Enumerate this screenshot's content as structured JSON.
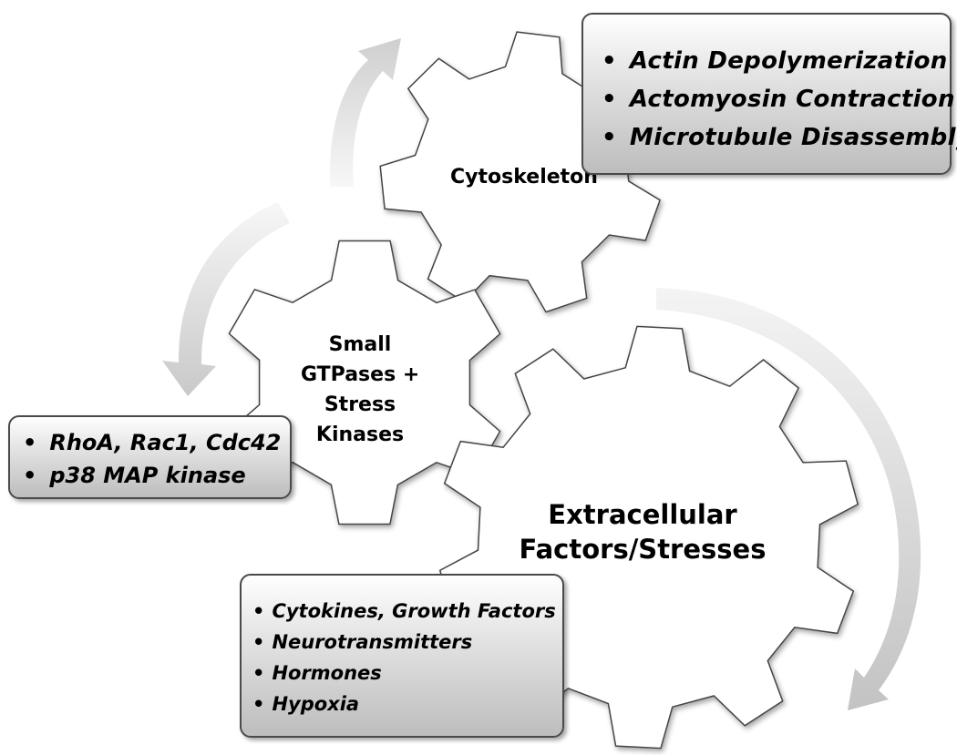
{
  "gears": {
    "cytoskeleton": {
      "label_lines": [
        "Cytoskeleton"
      ]
    },
    "gtpases": {
      "label_lines": [
        "Small",
        "GTPases +",
        "Stress",
        "Kinases"
      ]
    },
    "extracellular": {
      "label_lines": [
        "Extracellular",
        "Factors/Stresses"
      ]
    }
  },
  "callouts": {
    "cytoskeleton": [
      "Actin Depolymerization",
      "Actomyosin Contraction",
      "Microtubule Disassembly"
    ],
    "gtpases": [
      "RhoA, Rac1, Cdc42",
      "p38 MAP kinase"
    ],
    "extracellular": [
      "Cytokines, Growth Factors",
      "Neurotransmitters",
      "Hormones",
      "Hypoxia"
    ]
  },
  "colors": {
    "gear_fill": "#ffffff",
    "gear_stroke": "#444444",
    "arrow_light": "#f4f4f4",
    "arrow_dark": "#c6c6c6",
    "callout_border": "#4a4a4a"
  }
}
